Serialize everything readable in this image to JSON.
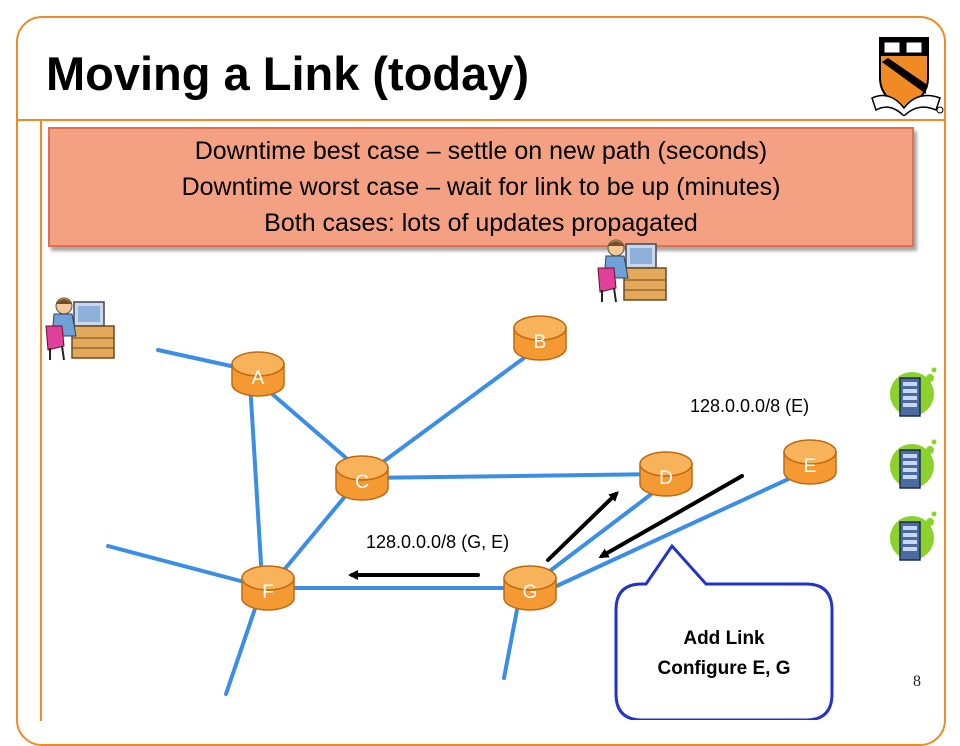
{
  "slide": {
    "title": "Moving a Link (today)",
    "page_number": "8",
    "accent_color": "#f08a24"
  },
  "callout": {
    "lines": [
      "Downtime best case – settle on new path (seconds)",
      "Downtime worst case – wait for link to be up (minutes)",
      "Both cases: lots of updates propagated"
    ],
    "fill_color": "#f4a083"
  },
  "routers": [
    {
      "id": "A",
      "label": "A"
    },
    {
      "id": "B",
      "label": "B"
    },
    {
      "id": "C",
      "label": "C"
    },
    {
      "id": "D",
      "label": "D"
    },
    {
      "id": "E",
      "label": "E"
    },
    {
      "id": "F",
      "label": "F"
    },
    {
      "id": "G",
      "label": "G"
    }
  ],
  "annotations": {
    "route_e": "128.0.0.0/8 (E)",
    "route_ge": "128.0.0.0/8 (G, E)"
  },
  "speech_bubble": {
    "line1": "Add Link",
    "line2": "Configure E, G",
    "border_color": "#2233cc"
  },
  "icons": {
    "logo": "princeton-shield-icon",
    "operator": "operator-at-desk-icon",
    "server": "server-icon"
  },
  "colors": {
    "link": "#3a8ee6",
    "router_fill": "#f59a33",
    "router_top": "#f8b25a",
    "arrow": "#000000"
  }
}
